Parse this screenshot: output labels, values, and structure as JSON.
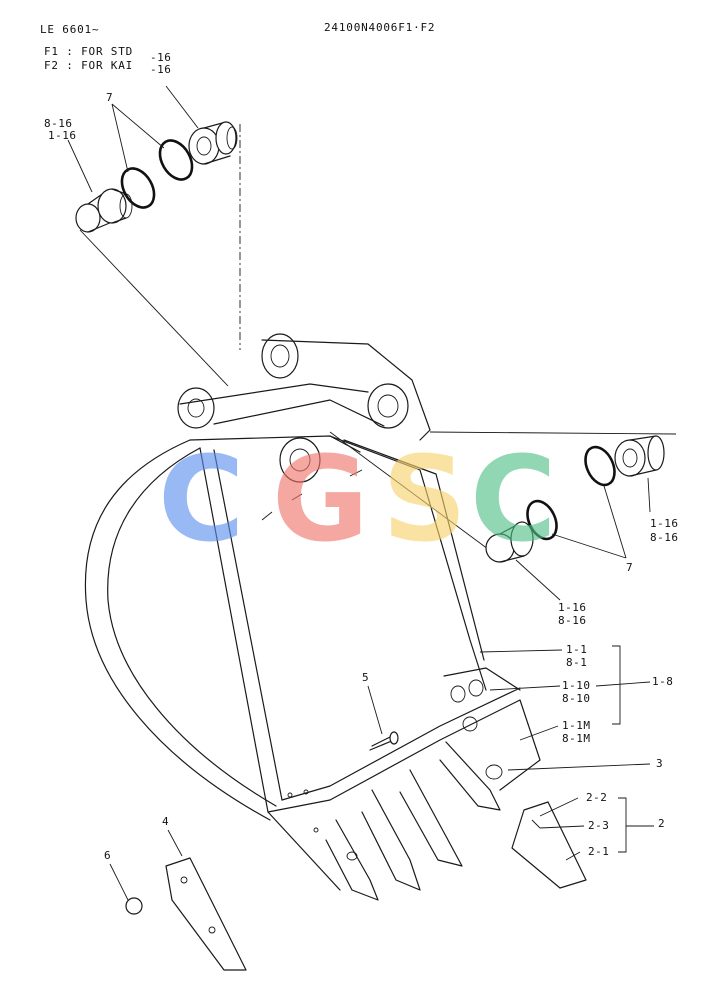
{
  "header": {
    "model": "LE 6601~",
    "part_number": "24100N4006F1·F2",
    "legend_line1": "F1 : FOR STD",
    "legend_line2": "F2 : FOR KAI",
    "legend_code1": "-16",
    "legend_code2": "-16"
  },
  "callouts": {
    "pin_left_a": "8-16",
    "pin_left_b": "1-16",
    "ring_left": "7",
    "ring_right": "7",
    "pin_right_a": "1-16",
    "pin_right_b": "8-16",
    "pin_mid_a": "1-16",
    "pin_mid_b": "8-16",
    "part_1_1": "1-1",
    "part_8_1": "8-1",
    "part_1_10": "1-10",
    "part_8_10": "8-10",
    "part_1_8": "1-8",
    "part_1_1m": "1-1M",
    "part_8_1m": "8-1M",
    "part_3": "3",
    "part_5": "5",
    "part_4": "4",
    "part_6": "6",
    "part_2_2": "2-2",
    "part_2_3": "2-3",
    "part_2_1": "2-1",
    "part_2": "2"
  },
  "watermark": {
    "letters": [
      "C",
      "G",
      "S",
      "C"
    ],
    "colors": [
      "#5b8ff0",
      "#f0736a",
      "#f8d26a",
      "#4fbf86"
    ]
  }
}
